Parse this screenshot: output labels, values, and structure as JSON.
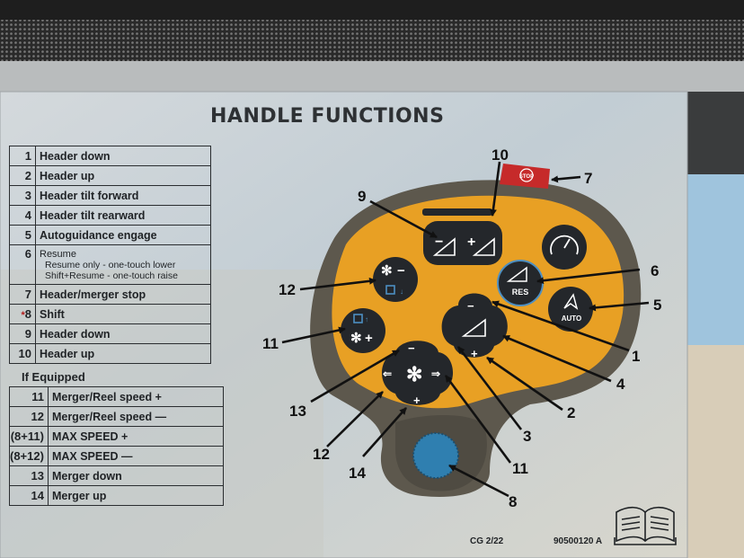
{
  "title": "HANDLE FUNCTIONS",
  "functions": [
    {
      "num": "1",
      "label": "Header down"
    },
    {
      "num": "2",
      "label": "Header up"
    },
    {
      "num": "3",
      "label": "Header tilt forward"
    },
    {
      "num": "4",
      "label": "Header tilt rearward"
    },
    {
      "num": "5",
      "label": "Autoguidance engage"
    },
    {
      "num": "6",
      "label": "Resume",
      "sub1": "Resume only - one-touch lower",
      "sub2": "Shift+Resume - one-touch raise"
    },
    {
      "num": "7",
      "label": "Header/merger stop"
    },
    {
      "num": "8",
      "label": "Shift",
      "marker": "*"
    },
    {
      "num": "9",
      "label": "Header down"
    },
    {
      "num": "10",
      "label": "Header up"
    }
  ],
  "if_equipped_heading": "If Equipped",
  "equipped_functions": [
    {
      "num": "11",
      "label": "Merger/Reel speed +"
    },
    {
      "num": "12",
      "label": "Merger/Reel speed —"
    },
    {
      "num": "(8+11)",
      "label": "MAX SPEED +"
    },
    {
      "num": "(8+12)",
      "label": "MAX SPEED —"
    },
    {
      "num": "13",
      "label": "Merger down"
    },
    {
      "num": "14",
      "label": "Merger up"
    }
  ],
  "handle_buttons": {
    "stop": "STOP",
    "resume": "RES",
    "auto": "AUTO"
  },
  "callouts": [
    "10",
    "7",
    "9",
    "6",
    "12",
    "5",
    "11",
    "1",
    "4",
    "13",
    "2",
    "3",
    "12",
    "11",
    "14",
    "8"
  ],
  "footer": {
    "code": "CG 2/22",
    "part_number": "90500120 A"
  },
  "colors": {
    "handle_orange": "#e8a024",
    "handle_rim": "#5d584d",
    "button_dark": "#24272b",
    "shift_blue": "#2f7fb0",
    "stop_red": "#c62a2a"
  }
}
